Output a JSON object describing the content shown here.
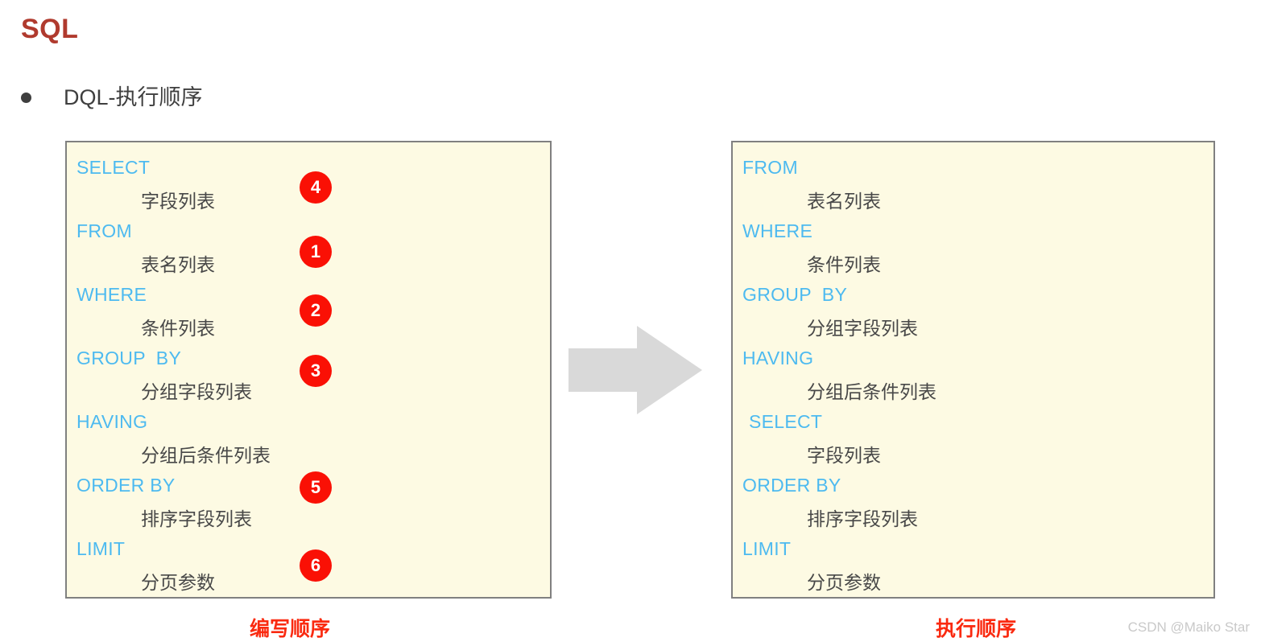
{
  "title": "SQL",
  "heading": {
    "bullet_icon": "bullet-dot-icon",
    "label": "DQL-执行顺序"
  },
  "colors": {
    "title": "#b03a2e",
    "keyword": "#4dbaf0",
    "value_text": "#484848",
    "panel_bg": "#fdfae3",
    "panel_border": "#808080",
    "badge_bg": "#fa1005",
    "badge_text": "#ffffff",
    "caption": "#fa2a10",
    "arrow": "#d9d9d9",
    "watermark": "#c9c9c9"
  },
  "write_order_panel": {
    "caption": "编写顺序",
    "lines": [
      {
        "keyword": "SELECT",
        "value": "字段列表",
        "badge": "4"
      },
      {
        "keyword": "FROM",
        "value": "表名列表",
        "badge": "1"
      },
      {
        "keyword": "WHERE",
        "value": "条件列表",
        "badge": "2"
      },
      {
        "keyword": "GROUP  BY",
        "value": "分组字段列表",
        "badge": "3"
      },
      {
        "keyword": "HAVING",
        "value": "分组后条件列表",
        "badge": ""
      },
      {
        "keyword": "ORDER BY",
        "value": "排序字段列表",
        "badge": "5"
      },
      {
        "keyword": "LIMIT",
        "value": "分页参数",
        "badge": "6"
      }
    ]
  },
  "exec_order_panel": {
    "caption": "执行顺序",
    "lines": [
      {
        "keyword": "FROM",
        "value": "表名列表"
      },
      {
        "keyword": "WHERE",
        "value": "条件列表"
      },
      {
        "keyword": "GROUP  BY",
        "value": "分组字段列表"
      },
      {
        "keyword": "HAVING",
        "value": "分组后条件列表"
      },
      {
        "keyword": "SELECT",
        "value": "字段列表"
      },
      {
        "keyword": "ORDER BY",
        "value": "排序字段列表"
      },
      {
        "keyword": "LIMIT",
        "value": "分页参数"
      }
    ]
  },
  "arrow": {
    "icon": "right-arrow-icon",
    "direction": "right"
  },
  "watermark": "CSDN @Maiko Star"
}
